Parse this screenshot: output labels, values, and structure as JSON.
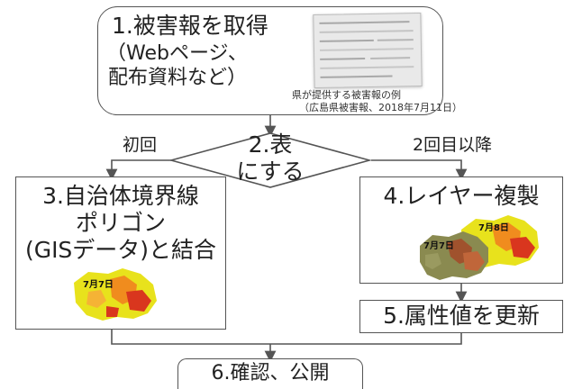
{
  "step1": {
    "line1": "1.被害報を取得",
    "line2": "（Webページ、",
    "line3": "配布資料など）"
  },
  "example_caption": {
    "line1": "県が提供する被害報の例",
    "line2": "（広島県被害報、2018年7月11日）"
  },
  "branch_left": "初回",
  "branch_right": "2回目以降",
  "step2": {
    "line1": "2.表",
    "line2": "にする"
  },
  "step3": {
    "line1": "3.自治体境界線",
    "line2": "ポリゴン",
    "line3": "(GISデータ)と結合"
  },
  "step4": "4.レイヤー複製",
  "step5": "5.属性値を更新",
  "step6": "6.確認、公開",
  "map_labels": {
    "left_map": "7月7日",
    "right_back": "7月8日",
    "right_front": "7月7日"
  },
  "colors": {
    "border": "#555555",
    "map_yellow": "#e8e21c",
    "map_orange": "#f08c1e",
    "map_red": "#d9361e",
    "map_olive": "#8a8a50",
    "map_brown": "#a0522d"
  }
}
